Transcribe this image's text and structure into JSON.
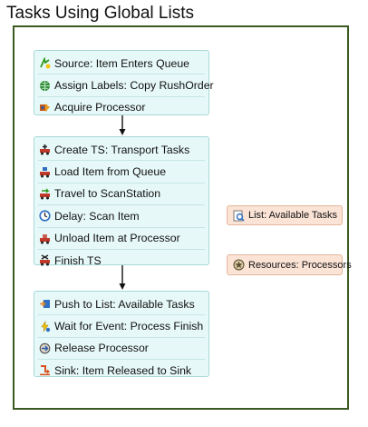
{
  "title": "Tasks Using Global Lists",
  "groups": [
    {
      "items": [
        {
          "label": "Source: Item Enters Queue",
          "icon": "source-icon"
        },
        {
          "label": "Assign Labels: Copy RushOrder",
          "icon": "globe-icon"
        },
        {
          "label": "Acquire Processor",
          "icon": "acquire-icon"
        }
      ]
    },
    {
      "items": [
        {
          "label": "Create TS: Transport Tasks",
          "icon": "create-ts-icon"
        },
        {
          "label": "Load Item from Queue",
          "icon": "load-icon"
        },
        {
          "label": "Travel to ScanStation",
          "icon": "travel-icon"
        },
        {
          "label": "Delay: Scan Item",
          "icon": "delay-icon"
        },
        {
          "label": "Unload Item at Processor",
          "icon": "unload-icon"
        },
        {
          "label": "Finish TS",
          "icon": "finish-icon"
        }
      ]
    },
    {
      "items": [
        {
          "label": "Push to List: Available Tasks",
          "icon": "push-icon"
        },
        {
          "label": "Wait for Event: Process Finish",
          "icon": "wait-icon"
        },
        {
          "label": "Release Processor",
          "icon": "release-icon"
        },
        {
          "label": "Sink: Item Released to Sink",
          "icon": "sink-icon"
        }
      ]
    }
  ],
  "side_items": [
    {
      "label": "List: Available Tasks",
      "icon": "list-icon"
    },
    {
      "label": "Resources: Processors",
      "icon": "resources-icon"
    }
  ]
}
